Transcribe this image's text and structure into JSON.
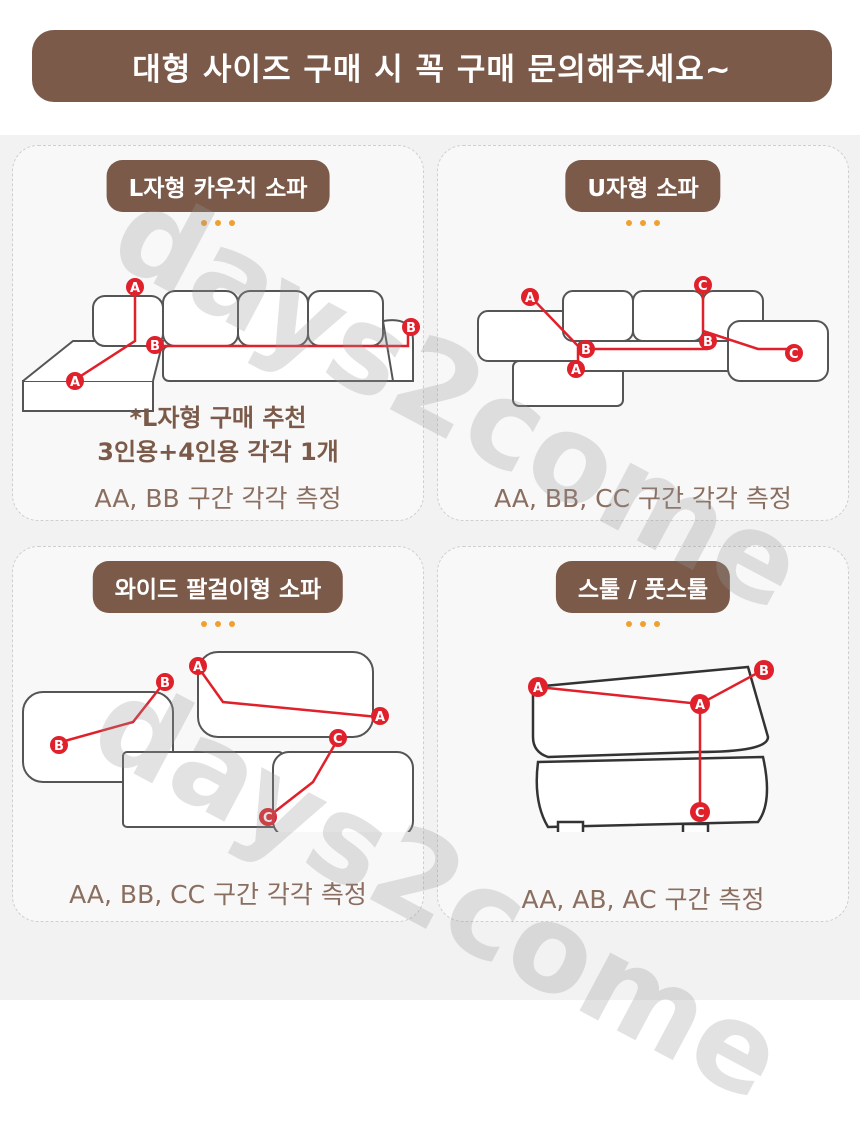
{
  "banner": {
    "text": "대형 사이즈 구매 시 꼭 구매 문의해주세요~"
  },
  "watermark": "days2come",
  "cards": [
    {
      "title": "L자형 카우치 소파",
      "note_line1": "*L자형 구매 추천",
      "note_line2": "3인용+4인용 각각 1개",
      "caption": "AA, BB 구간 각각 측정"
    },
    {
      "title": "U자형 소파",
      "caption": "AA, BB, CC 구간 각각 측정"
    },
    {
      "title": "와이드 팔걸이형 소파",
      "caption": "AA, BB, CC 구간 각각 측정"
    },
    {
      "title": "스툴 / 풋스툴",
      "caption": "AA, AB, AC 구간 측정"
    }
  ],
  "markers": {
    "a": "A",
    "b": "B",
    "c": "C"
  },
  "colors": {
    "brand": "#7b5a4a",
    "marker": "#e0202a",
    "dots": "#f0a030"
  }
}
